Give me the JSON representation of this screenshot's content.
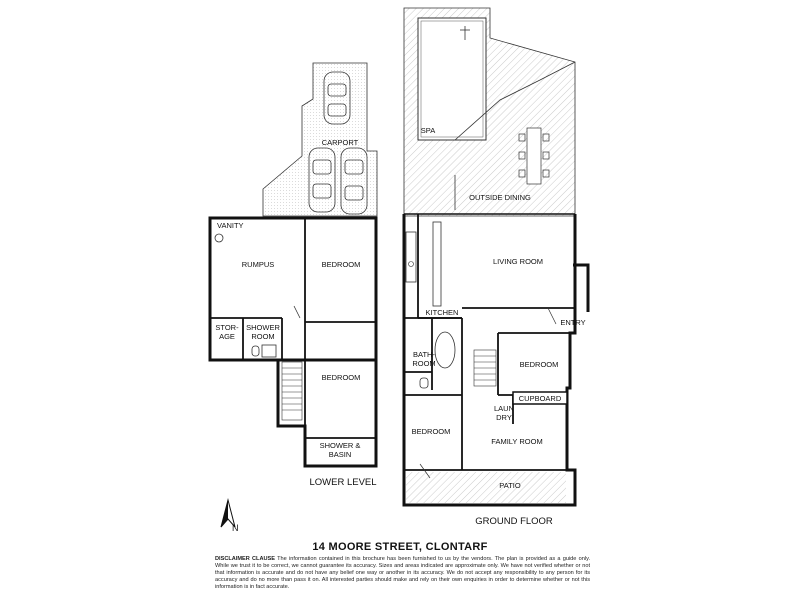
{
  "property": {
    "title": "14 MOORE STREET, CLONTARF"
  },
  "levels": {
    "lower": "LOWER LEVEL",
    "ground": "GROUND FLOOR"
  },
  "rooms": {
    "carport": "CARPORT",
    "vanity": "VANITY",
    "rumpus": "RUMPUS",
    "lower_bedroom_1": "BEDROOM",
    "storage_line1": "STOR-",
    "storage_line2": "AGE",
    "shower_room_line1": "SHOWER",
    "shower_room_line2": "ROOM",
    "lower_bedroom_2": "BEDROOM",
    "shower_basin_line1": "SHOWER &",
    "shower_basin_line2": "BASIN",
    "spa": "SPA",
    "outside_dining": "OUTSIDE DINING",
    "living_room": "LIVING ROOM",
    "kitchen": "KITCHEN",
    "entry": "ENTRY",
    "bathroom_line1": "BATH-",
    "bathroom_line2": "ROOM",
    "ground_bedroom_1": "BEDROOM",
    "cupboard": "CUPBOARD",
    "laundry_line1": "LAUN",
    "laundry_line2": "DRY",
    "ground_bedroom_2": "BEDROOM",
    "family_room": "FAMILY ROOM",
    "patio": "PATIO"
  },
  "compass": {
    "label": "N",
    "icon": "north-arrow-icon"
  },
  "disclaimer": {
    "heading": "DISCLAIMER CLAUSE",
    "text": "The information contained in this brochure has been furnished to us by the vendors. The plan is provided as a guide only. While we trust it to be correct, we cannot guarantee its accuracy. Sizes and areas indicated are approximate only. We have not verified whether or not that information is accurate and do not have any belief one way or another in its accuracy. We do not accept any responsibility to any person for its accuracy and do no more than pass it on. All interested parties should make and rely on their own enquiries in order to determine whether or not this information is in fact accurate."
  },
  "colors": {
    "wall": "#111111",
    "hatch": "#9a9a9a",
    "background": "#ffffff"
  }
}
